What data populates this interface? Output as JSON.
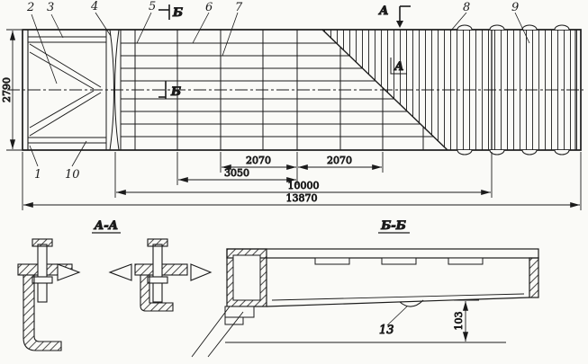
{
  "callouts": {
    "c1": "1",
    "c2": "2",
    "c3": "3",
    "c4": "4",
    "c5": "5",
    "c6": "6",
    "c7": "7",
    "c8": "8",
    "c9": "9",
    "c10": "10",
    "c13": "13"
  },
  "markers": {
    "a": "А",
    "b": "Б"
  },
  "sections": {
    "aa_title": "А-А",
    "bb_title": "Б-Б"
  },
  "dims": {
    "overall_height": "2790",
    "bay_1": "2070",
    "bay_2": "2070",
    "span_3050": "3050",
    "span_10000": "10000",
    "overall_length": "13870",
    "depth_103": "103"
  },
  "colors": {
    "line": "#1b1b1b",
    "paper": "#fafaf7"
  }
}
